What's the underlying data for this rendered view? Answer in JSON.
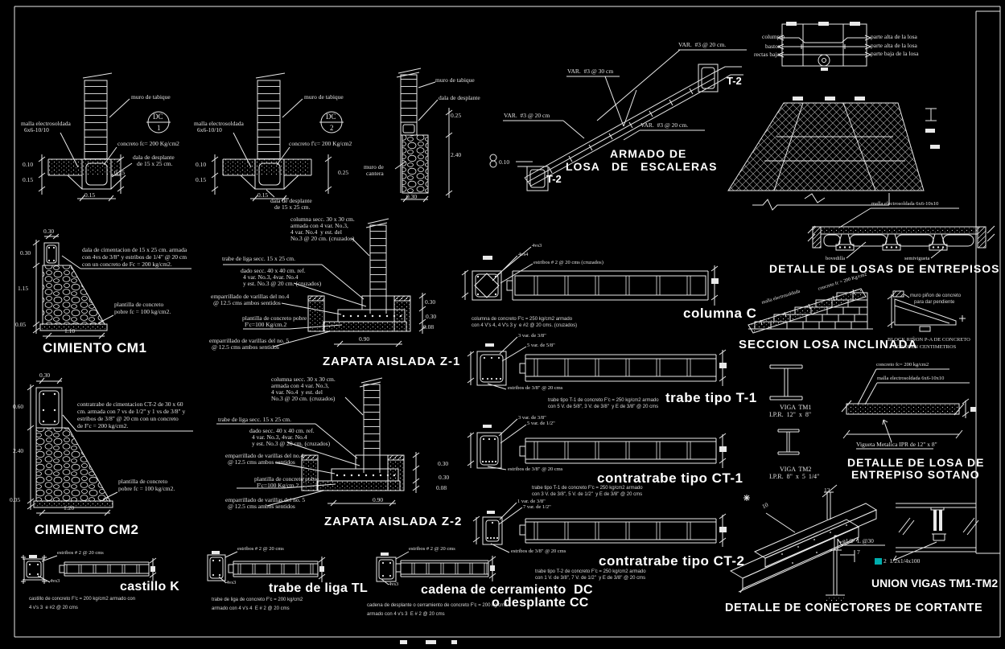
{
  "colors": {
    "bg": "#000000",
    "line": "#e9e9e9",
    "text": "#e2e2e2",
    "title": "#ffffff",
    "accent_teal": "#00aeae"
  },
  "dc1": {
    "tag": "DC",
    "num": "1",
    "muro": "muro de tabique",
    "malla_l1": "malla electrosoldada",
    "malla_l2": "6x6-10/10",
    "concreto": "concreto fc= 200 Kg/cm2",
    "dala_l1": "dala de desplante",
    "dala_l2": "de 15 x 25 cm.",
    "dim_a": "0.10",
    "dim_b": "0.15",
    "dim_c": "0.25",
    "dim_d": "0.15"
  },
  "dc2": {
    "tag": "DC",
    "num": "2",
    "muro": "muro de tabique",
    "malla_l1": "malla electrosoldada",
    "malla_l2": "6x6-10/10",
    "concreto": "concreto f'c= 200 Kg/cm2",
    "dala_l1": "dala de desplante",
    "dala_l2": "de 15 x 25 cm.",
    "dim_a": "0.10",
    "dim_b": "0.15",
    "dim_c": "0.25",
    "dim_d": "0.15"
  },
  "cantera": {
    "muro": "muro de tabique",
    "dala": "dala de desplante",
    "cantera_l1": "muro de",
    "cantera_l2": "cantera",
    "dim_a": "0.25",
    "dim_b": "2.40",
    "dim_c": "0.30"
  },
  "stairs": {
    "var30": "VAR.  #3 @ 30 cm",
    "var20_top": "VAR.  #3 @ 20 cm.",
    "var20_left": "VAR.  #3 @ 20 cm",
    "var20_mid": "VAR.  #3 @ 20 cm.",
    "t2_low": "T-2",
    "t2_high": "T-2",
    "dim": "0.10",
    "title_l1": "ARMADO DE",
    "title_l2": "LOSA   DE   ESCALERAS"
  },
  "plan": {
    "left": [
      "columpio",
      "baston",
      "rectas bajas"
    ],
    "right": [
      "parte alta de la losa",
      "parte alta de la losa",
      "parte baja de la losa"
    ]
  },
  "cm1": {
    "title": "CIMIENTO CM1",
    "nota_l1": "dala de cimentacion de 15 x 25 cm. armada",
    "nota_l2": "con 4vs de 3/8\" y estribos de 1/4\" @ 20 cm",
    "nota_l3": "con un concreto de Fc = 200 kg/cm2.",
    "plantilla_l1": "plantilla de concreto",
    "plantilla_l2": "pobre fc = 100 kg/cm2.",
    "dim_top": "0.30",
    "dim_a": "0.30",
    "dim_b": "1.15",
    "dim_c": "0.05",
    "dim_w": "1.10"
  },
  "z1": {
    "title": "ZAPATA AISLADA Z-1",
    "columna_l1": "columna secc. 30 x 30 cm.",
    "columna_l2": "armada con 4 var. No.3,",
    "columna_l3": "4 var. No.4  y est. del",
    "columna_l4": "No.3 @ 20 cm. (cruzados)",
    "trabe": "trabe de liga secc. 15 x 25 cm.",
    "dado_l1": "dado secc. 40 x 40 cm. ref.",
    "dado_l2": "4 var. No.3, 4var. No.4",
    "dado_l3": "y est. No.3 @ 20 cm. (cruzados)",
    "emp4_l1": "emparrillado de varillas del no.4",
    "emp4_l2": "@ 12.5 cms ambos sentidos",
    "plantilla_l1": "plantilla de concreto pobre",
    "plantilla_l2": "F'c=100 Kg/cm.2",
    "emp5_l1": "emparrillado de varillas del no. 5",
    "emp5_l2": "@ 12.5 cms ambos sentidos",
    "dim_a": "0.30",
    "dim_b": "0.30",
    "dim_c": "0.08",
    "dim_w": "0.90"
  },
  "cm2": {
    "title": "CIMIENTO CM2",
    "nota_l1": "contratrabe de cimentacion CT-2 de 30 x 60",
    "nota_l2": "cm. armada con 7 vs de 1/2\" y 1 vs de 3/8\" y",
    "nota_l3": "estribos de 3/8\" @ 20 cm con un concreto",
    "nota_l4": "de F'c = 200 kg/cm2.",
    "plantilla_l1": "plantilla de concreto",
    "plantilla_l2": "pobre fc = 100 kg/cm2.",
    "dim_top": "0.30",
    "dim_a": "0.60",
    "dim_b": "2.40",
    "dim_c": "0.05",
    "dim_w": "1.20"
  },
  "z2": {
    "title": "ZAPATA AISLADA Z-2",
    "columna_l1": "columna secc. 30 x 30 cm.",
    "columna_l2": "armada con 4 var. No.3,",
    "columna_l3": "4 var. No.4  y est. del",
    "columna_l4": "No.3 @ 20 cm. (cruzados)",
    "trabe": "trabe de liga secc. 15 x 25 cm.",
    "dado_l1": "dado secc. 40 x 40 cm. ref.",
    "dado_l2": "4 var. No.3, 4var. No.4",
    "dado_l3": "y est. No.3 @ 20 cm. (cruzados)",
    "emp4_l1": "emparrillado de varillas del no.4",
    "emp4_l2": "@ 12.5 cms ambos sentidos",
    "plantilla_l1": "plantilla de concreto pobre",
    "plantilla_l2": "F'c=100 Kg/cm.2",
    "emp5_l1": "emparrillado de varillas del no. 5",
    "emp5_l2": "@ 12.5 cms ambos sentidos",
    "dim_a": "0.30",
    "dim_b": "0.30",
    "dim_c": "0.08",
    "dim_w": "0.90"
  },
  "castillo": {
    "title": "castillo K",
    "estribos": "estribos # 2 @ 20 cms",
    "varillas": "4vs3",
    "nota_l1": "castillo de concreto F'c = 200 kg/cm2 armado con",
    "nota_l2": "4 v's 3  e #2 @ 20 cms"
  },
  "tl": {
    "title": "trabe de liga TL",
    "estribos": "estribos # 2 @ 20 cms",
    "varillas": "4vs3",
    "nota_l1": "trabe de liga de concreto F'c = 200 kg/cm2",
    "nota_l2": "armado con 4 v's 4  E # 2 @ 20 cms"
  },
  "dccc": {
    "title_l1": "cadena de cerramiento  DC",
    "title_l2": "o desplante CC",
    "estribos": "estribos # 2 @ 20 cms",
    "varillas": "4vs3",
    "nota_l1": "cadena de desplante o cerramiento de concreto F'c = 200 kg/cm2",
    "nota_l2": "armado con 4 v's 3  E # 2 @ 20 cms"
  },
  "columna_c": {
    "title": "columna C",
    "v3": "4vs3",
    "v4": "4vs4",
    "estribos": "estribos # 2 @ 20 cms (cruzados)",
    "nota_l1": "columna de concreto F'c = 250 kg/cm2 armado",
    "nota_l2": "con 4 V's 4, 4 V's 3 y  e #2 @ 20 cms. (cruzados)"
  },
  "t1": {
    "title": "trabe tipo T-1",
    "var_top": "3 var. de 3/8\"",
    "var_mid": "5 var. de 5/8\"",
    "estribos": "estribos de 3/8\" @ 20 cms",
    "nota_l1": "trabe tipo T-1 de concreto F'c = 250 kg/cm2 armado",
    "nota_l2": "con 5 V. de 5/8\", 3 V. de 3/8\"  y E de 3/8\" @ 20 cms"
  },
  "ct1": {
    "title": "contratrabe tipo CT-1",
    "var_top": "3 var. de 3/8\"",
    "var_mid": "5 var. de 1/2\"",
    "estribos": "estribos de 3/8\" @ 20 cms",
    "nota_l1": "trabe tipo T-1 de concreto F'c = 250 kg/cm2 armado",
    "nota_l2": "con 3 V. de 3/8\", 5 V. de 1/2\"  y E de 3/8\" @ 20 cms"
  },
  "ct2": {
    "title": "contratrabe tipo CT-2",
    "var_top": "1 var. de 3/8\"",
    "var_mid": "7 var. de 1/2\"",
    "estribos": "estribos de 3/8\" @ 20 cms",
    "nota_l1": "trabe tipo T-2 de concreto F'c = 250 kg/cm2 armado",
    "nota_l2": "con 1 V. de 3/8\", 7 V. de 1/2\"  y E de 3/8\" @ 20 cms"
  },
  "entrepisos": {
    "title": "DETALLE DE LOSAS DE ENTREPISOS",
    "malla": "malla electrosoldada 6x6-10x10",
    "bovedilla": "bovedilla",
    "semivigueta": "semivigueta"
  },
  "inclinada": {
    "title": "SECCION LOSA INCLINADA",
    "malla": "malla electrosoldada",
    "concreto": "concreto fc = 200 Kg/cm2",
    "pinon_l1": "muro piñon de concreto",
    "pinon_l2": "para dar pendiente",
    "nota_l1": "BLOCK RIÑON P-A DE CONCRETO",
    "nota_l2": "COTAS EN CENTIMETROS"
  },
  "sotano": {
    "title_l1": "DETALLE DE LOSA DE",
    "title_l2": "ENTREPISO SOTANO",
    "viga1_l1": "VIGA  TM1",
    "viga1_l2": "I.P.R.  12\"  x  8\"",
    "viga2_l1": "VIGA  TM2",
    "viga2_l2": "I.P.R.  8\"  x  5  1/4\"",
    "concreto": "concreto fc= 200 kg/cm2",
    "malla": "malla electrosoldada 6x6-10x10",
    "vigueta": "Vigueta Metalica IPR de 12\" x 8\""
  },
  "union": {
    "title": "UNION VIGAS TM1-TM2",
    "bottom_title": "DETALLE DE CONECTORES DE CORTANTE",
    "conector": "ø1/2\" L @30",
    "placa": "2  1/2x1/4x100",
    "dim7": "7",
    "dim12": "12",
    "dim10": "10"
  }
}
